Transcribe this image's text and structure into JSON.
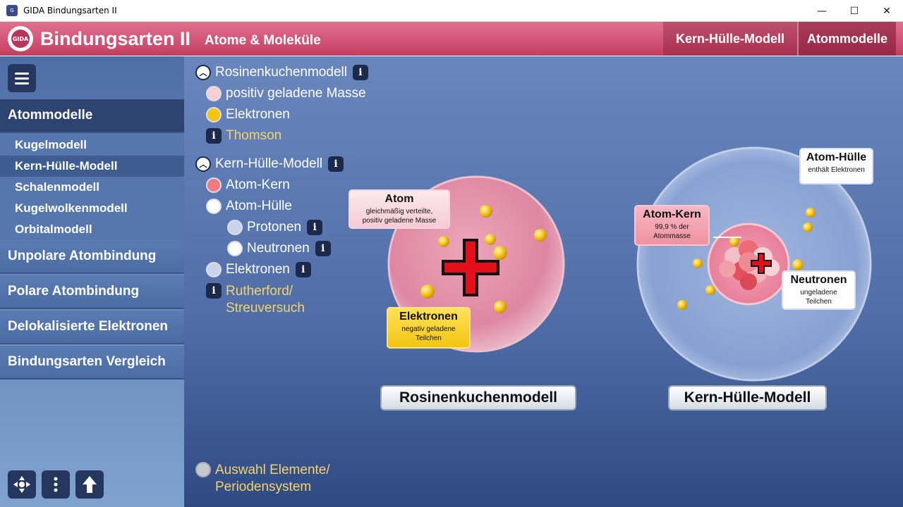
{
  "window": {
    "title": "GIDA Bindungsarten II",
    "icon": "app-icon",
    "controls": {
      "minimize": "—",
      "maximize": "☐",
      "close": "✕"
    }
  },
  "header": {
    "title": "Bindungsarten II",
    "subtitle": "Atome & Moleküle",
    "tabs": [
      {
        "label": "Kern-Hülle-Modell"
      },
      {
        "label": "Atommodelle"
      }
    ],
    "color_top": "#e1708e",
    "color_bottom": "#c33f62"
  },
  "sidebar": {
    "sections": [
      {
        "label": "Atommodelle",
        "active": true
      },
      {
        "label": "Unpolare Atombindung"
      },
      {
        "label": "Polare Atombindung"
      },
      {
        "label": "Delokalisierte Elektronen"
      },
      {
        "label": "Bindungsarten Vergleich"
      }
    ],
    "subitems": [
      {
        "label": "Kugelmodell"
      },
      {
        "label": "Kern-Hülle-Modell",
        "active": true
      },
      {
        "label": "Schalenmodell"
      },
      {
        "label": "Kugelwolkenmodell"
      },
      {
        "label": "Orbitalmodell"
      }
    ]
  },
  "legend": {
    "rosinen": {
      "heading": "Rosinenkuchenmodell",
      "items": [
        {
          "label": "positiv geladene Masse",
          "color": "#f9cdd4"
        },
        {
          "label": "Elektronen",
          "color": "#f2c511"
        }
      ],
      "link": "Thomson"
    },
    "kernhuelle": {
      "heading": "Kern-Hülle-Modell",
      "items": [
        {
          "label": "Atom-Kern",
          "color": "#ef7a84"
        },
        {
          "label": "Atom-Hülle",
          "color": "#ffffff"
        },
        {
          "label": "Protonen",
          "color": "#c9d3ea"
        },
        {
          "label": "Neutronen",
          "color": "#ffffff"
        },
        {
          "label": "Elektronen",
          "color": "#c9d3ea"
        }
      ],
      "link_line1": "Rutherford/",
      "link_line2": "Streuversuch"
    },
    "periodic": {
      "line1": "Auswahl Elemente/",
      "line2": "Periodensystem"
    }
  },
  "model1": {
    "caption": "Rosinenkuchenmodell",
    "atom_tag": {
      "title": "Atom",
      "desc_line1": "gleichmäßig verteilte,",
      "desc_line2": "positiv geladene Masse"
    },
    "electron_tag": {
      "title": "Elektronen",
      "desc_line1": "negativ geladene",
      "desc_line2": "Teilchen"
    }
  },
  "model2": {
    "caption": "Kern-Hülle-Modell",
    "shell_tag": {
      "title": "Atom-Hülle",
      "desc": "enthält Elektronen"
    },
    "core_tag": {
      "title": "Atom-Kern",
      "desc_line1": "99,9 % der",
      "desc_line2": "Atommasse"
    },
    "neutron_tag": {
      "title": "Neutronen",
      "desc_line1": "ungeladene",
      "desc_line2": "Teilchen"
    }
  },
  "tools": [
    {
      "icon": "navigation-icon"
    },
    {
      "icon": "more-vertical-icon"
    },
    {
      "icon": "arrow-up-icon"
    }
  ]
}
